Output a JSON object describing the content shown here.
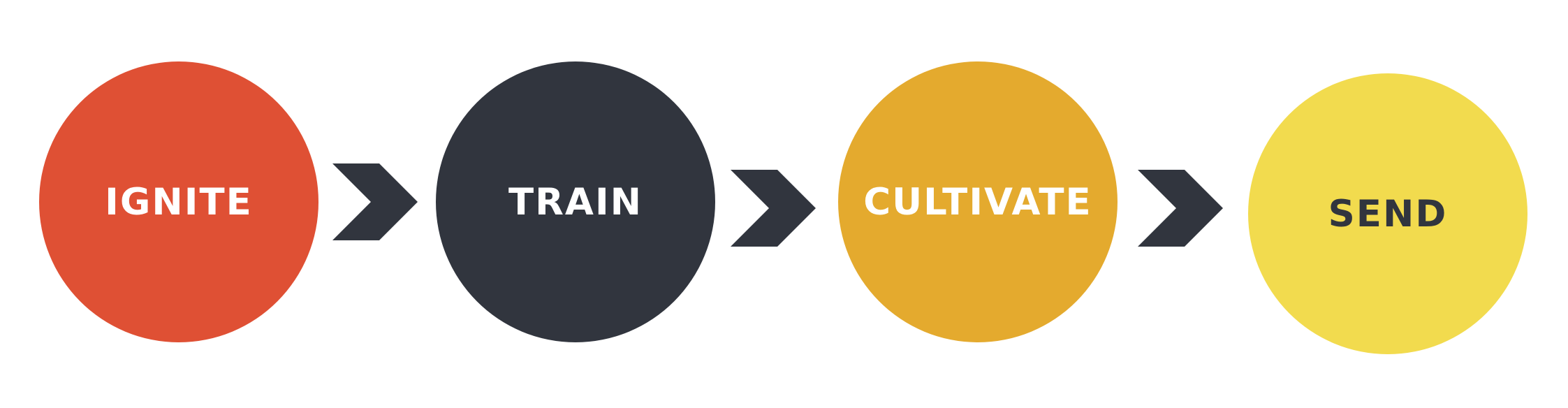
{
  "steps": [
    {
      "label": "IGNITE",
      "color": "#df5034",
      "text_color": "#ffffff"
    },
    {
      "label": "TRAIN",
      "color": "#31353e",
      "text_color": "#ffffff"
    },
    {
      "label": "CULTIVATE",
      "color": "#e4aa2e",
      "text_color": "#ffffff"
    },
    {
      "label": "SEND",
      "color": "#f2db4e",
      "text_color": "#31353e"
    }
  ],
  "arrow_color": "#31353e"
}
